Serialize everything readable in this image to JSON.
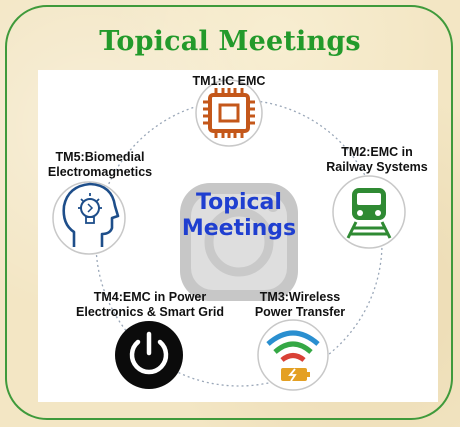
{
  "title": "Topical Meetings",
  "center": {
    "line1": "Topical",
    "line2": "Meetings"
  },
  "nodes": [
    {
      "id": "tm1",
      "label": "TM1:IC EMC",
      "icon": "chip-icon",
      "color": "#c4571a"
    },
    {
      "id": "tm2",
      "label_line1": "TM2:EMC in",
      "label_line2": "Railway Systems",
      "icon": "train-icon",
      "color": "#2f8a33"
    },
    {
      "id": "tm3",
      "label_line1": "TM3:Wireless",
      "label_line2": "Power Transfer",
      "icon": "wireless-charging-icon",
      "color": "#2a8fd0"
    },
    {
      "id": "tm4",
      "label_line1": "TM4:EMC in Power",
      "label_line2": "Electronics & Smart Grid",
      "icon": "power-button-icon",
      "color": "#000000"
    },
    {
      "id": "tm5",
      "label_line1": "TM5:Biomedial",
      "label_line2": "Electromagnetics",
      "icon": "head-lightbulb-icon",
      "color": "#1e4e8a"
    }
  ]
}
